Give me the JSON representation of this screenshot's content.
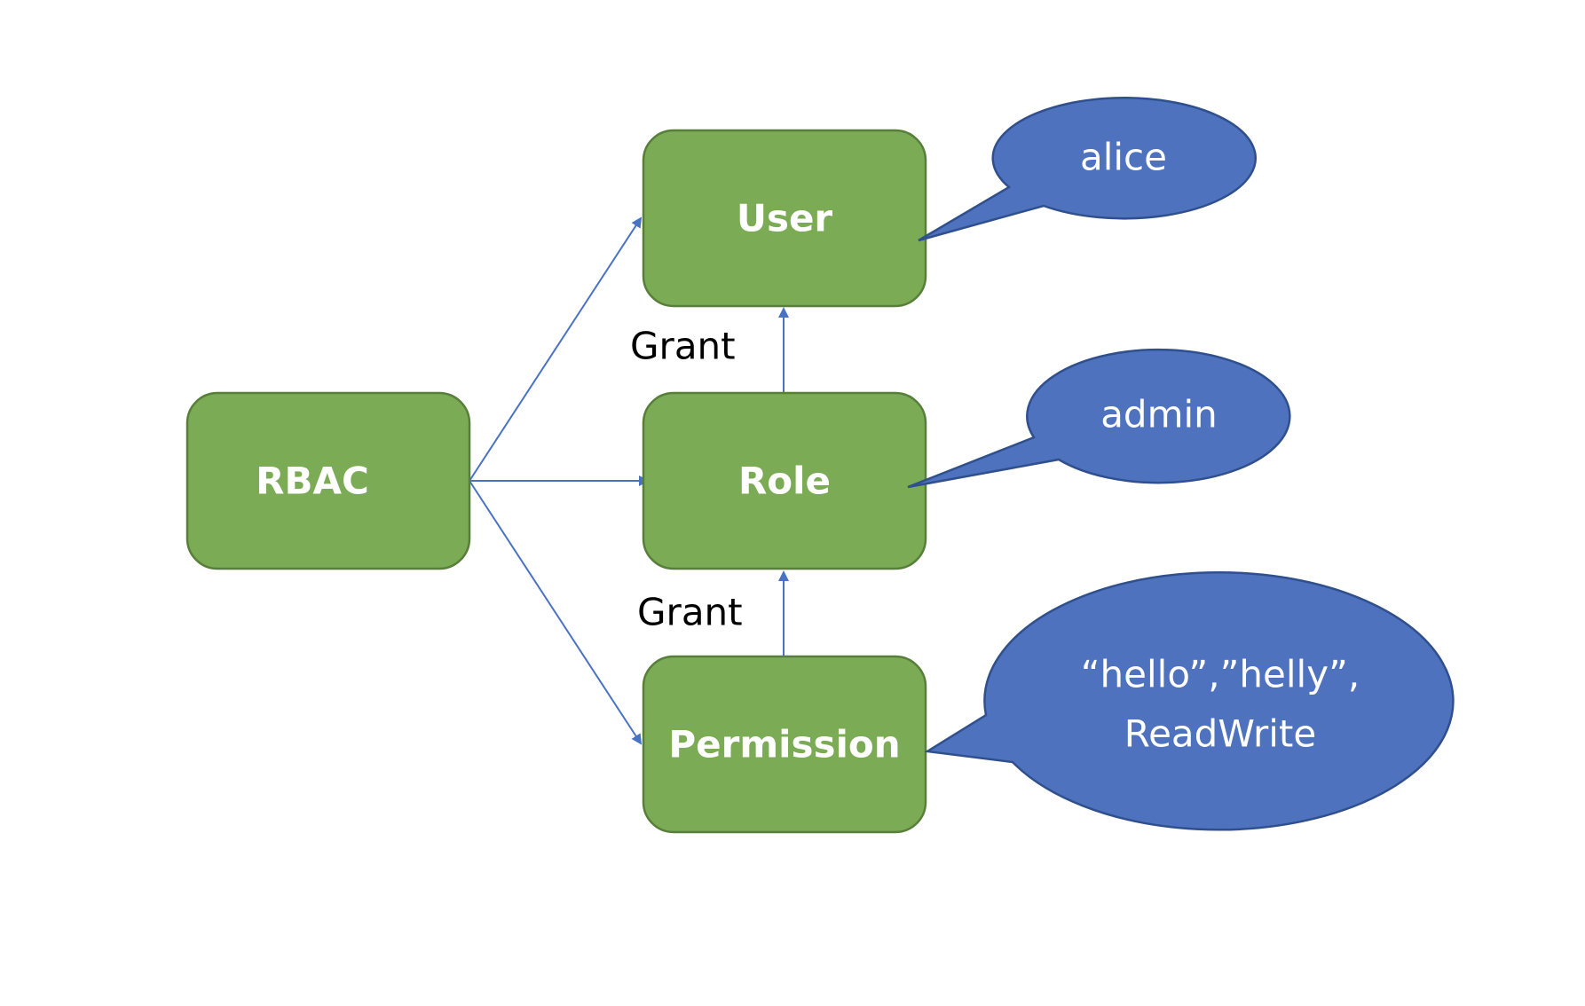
{
  "nodes": {
    "rbac": "RBAC",
    "user": "User",
    "role": "Role",
    "permission": "Permission"
  },
  "edge_labels": {
    "role_to_user": "Grant",
    "permission_to_role": "Grant"
  },
  "callouts": {
    "user": "alice",
    "role": "admin",
    "permission_line1": "“hello”,”helly”,",
    "permission_line2": "ReadWrite"
  },
  "colors": {
    "node_fill": "#7cab55",
    "callout_fill": "#4e72bd",
    "arrow": "#4a72c4"
  }
}
